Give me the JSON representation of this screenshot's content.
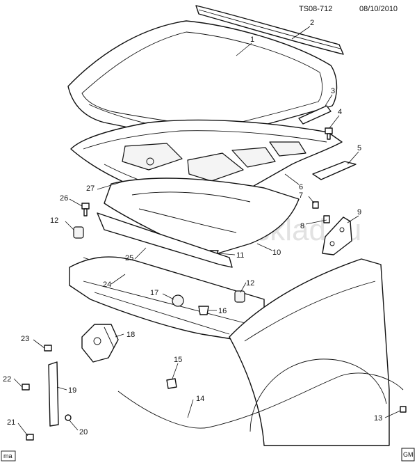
{
  "header": {
    "code": "TS08-712",
    "date": "08/10/2010"
  },
  "watermark": "www.omsklad.ru",
  "corner_tag": "ma",
  "logo": "GM",
  "callouts": [
    {
      "id": "1",
      "label": "1"
    },
    {
      "id": "2",
      "label": "2"
    },
    {
      "id": "3",
      "label": "3"
    },
    {
      "id": "4",
      "label": "4"
    },
    {
      "id": "5",
      "label": "5"
    },
    {
      "id": "6",
      "label": "6"
    },
    {
      "id": "7",
      "label": "7"
    },
    {
      "id": "8",
      "label": "8"
    },
    {
      "id": "9",
      "label": "9"
    },
    {
      "id": "10",
      "label": "10"
    },
    {
      "id": "11",
      "label": "11"
    },
    {
      "id": "12a",
      "label": "12"
    },
    {
      "id": "12b",
      "label": "12"
    },
    {
      "id": "13",
      "label": "13"
    },
    {
      "id": "14",
      "label": "14"
    },
    {
      "id": "15",
      "label": "15"
    },
    {
      "id": "16",
      "label": "16"
    },
    {
      "id": "17",
      "label": "17"
    },
    {
      "id": "18",
      "label": "18"
    },
    {
      "id": "19",
      "label": "19"
    },
    {
      "id": "20",
      "label": "20"
    },
    {
      "id": "21",
      "label": "21"
    },
    {
      "id": "22",
      "label": "22"
    },
    {
      "id": "23",
      "label": "23"
    },
    {
      "id": "24",
      "label": "24"
    },
    {
      "id": "25",
      "label": "25"
    },
    {
      "id": "26",
      "label": "26"
    },
    {
      "id": "27",
      "label": "27"
    }
  ]
}
